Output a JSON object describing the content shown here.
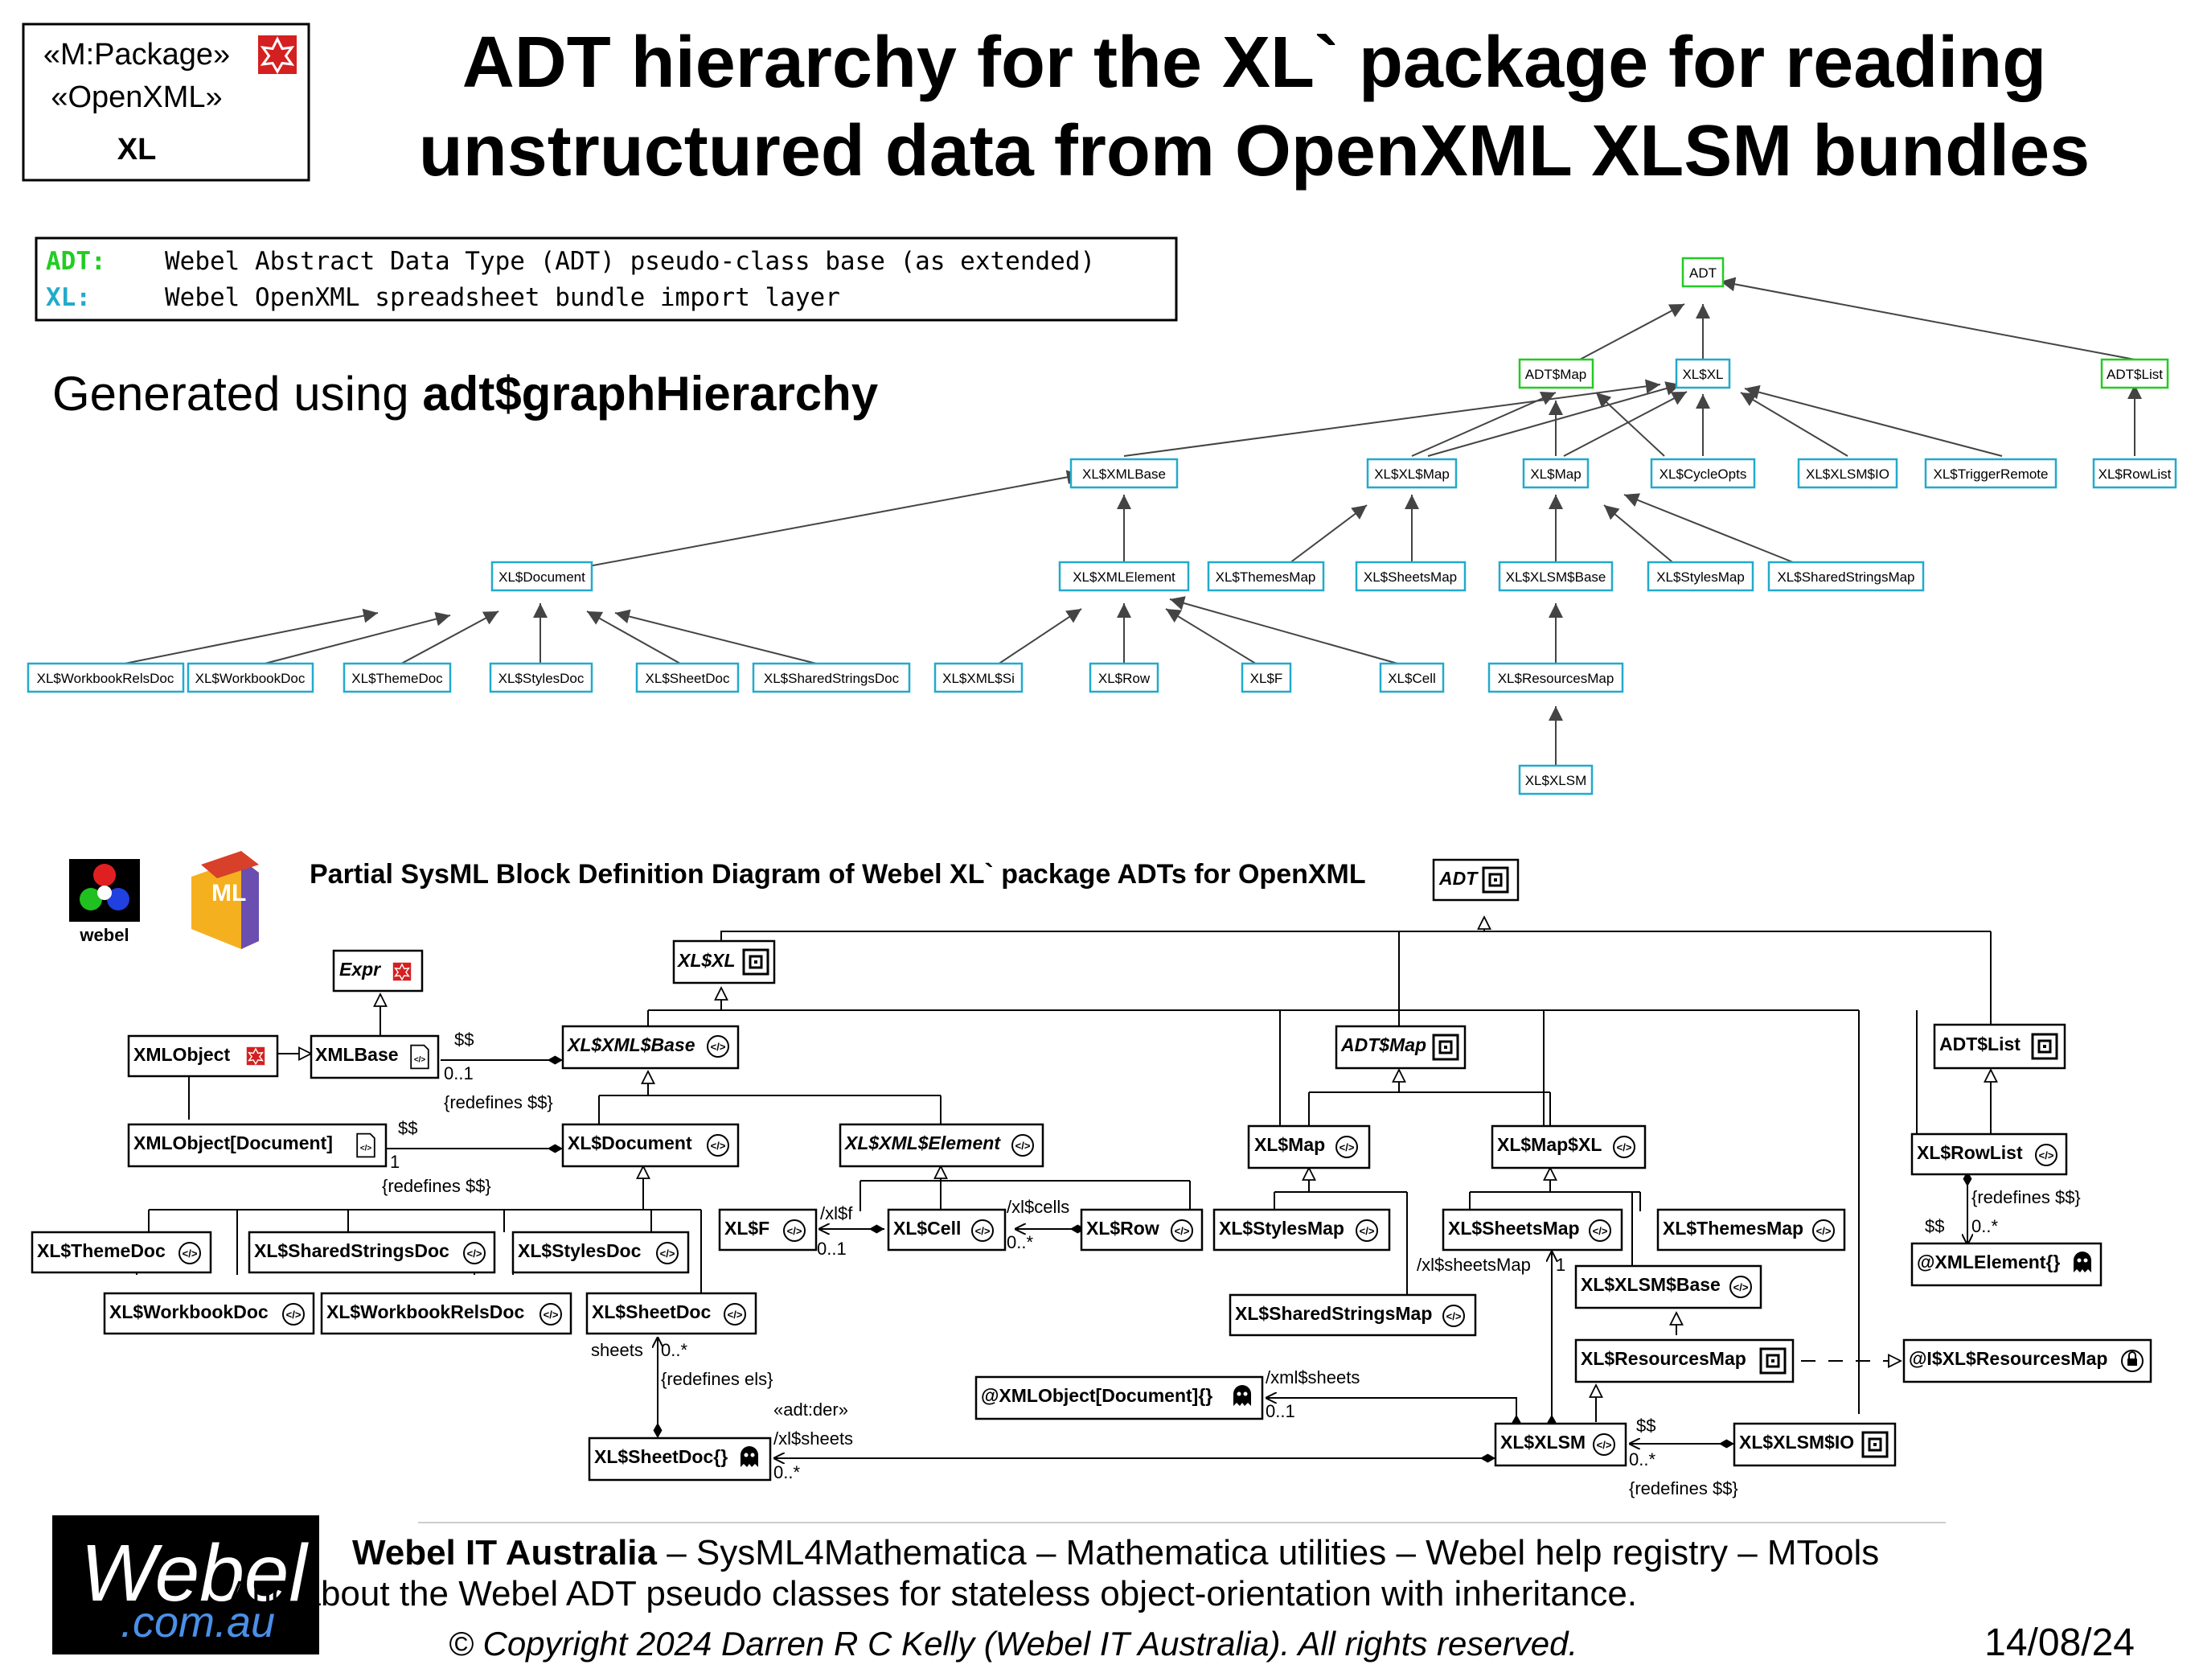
{
  "header": {
    "package_box": {
      "line1": "«M:Package»",
      "line2": "«OpenXML»",
      "line3": "XL"
    },
    "title_line1": "ADT hierarchy for the XL` package for reading",
    "title_line2": "unstructured data from OpenXML XLSM bundles"
  },
  "legend": [
    {
      "key": "ADT:",
      "desc": "Webel Abstract Data Type (ADT) pseudo-class base (as extended)",
      "color": "#22cc22"
    },
    {
      "key": "XL:",
      "desc": "Webel OpenXML spreadsheet bundle import layer",
      "color": "#22aacc"
    }
  ],
  "generated": {
    "prefix": "Generated using ",
    "tool": "adt$graphHierarchy"
  },
  "hierarchy_nodes": {
    "adt": "ADT",
    "adt_map": "ADT$Map",
    "xl_xl": "XL$XL",
    "adt_list": "ADT$List",
    "xml_base": "XL$XMLBase",
    "xl_map": "XL$XL$Map",
    "map": "XL$Map",
    "cycle_opts": "XL$CycleOpts",
    "xlsm_io": "XL$XLSM$IO",
    "trigger_remote": "XL$TriggerRemote",
    "row_list": "XL$RowList",
    "document": "XL$Document",
    "xml_element": "XL$XMLElement",
    "themes_map": "XL$ThemesMap",
    "sheets_map": "XL$SheetsMap",
    "xlsm_base": "XL$XLSM$Base",
    "styles_map": "XL$StylesMap",
    "shared_strings_map": "XL$SharedStringsMap",
    "workbook_rels_doc": "XL$WorkbookRelsDoc",
    "workbook_doc": "XL$WorkbookDoc",
    "theme_doc": "XL$ThemeDoc",
    "styles_doc": "XL$StylesDoc",
    "sheet_doc": "XL$SheetDoc",
    "shared_strings_doc": "XL$SharedStringsDoc",
    "xml_si": "XL$XML$Si",
    "row": "XL$Row",
    "f": "XL$F",
    "cell": "XL$Cell",
    "resources_map": "XL$ResourcesMap",
    "xlsm": "XL$XLSM"
  },
  "bdd": {
    "title": "Partial SysML Block Definition Diagram of Webel XL` package ADTs for OpenXML",
    "webel_logo_label": "webel",
    "blocks": {
      "adt": "ADT",
      "xl_xl": "XL$XL",
      "expr": "Expr",
      "xml_object": "XMLObject",
      "xml_base": "XMLBase",
      "xl_xml_base": "XL$XML$Base",
      "adt_map": "ADT$Map",
      "adt_list": "ADT$List",
      "xml_object_doc": "XMLObject[Document]",
      "xl_document": "XL$Document",
      "xl_xml_element": "XL$XML$Element",
      "xl_map": "XL$Map",
      "xl_map_xl": "XL$Map$XL",
      "xl_row_list": "XL$RowList",
      "xl_f": "XL$F",
      "xl_cell": "XL$Cell",
      "xl_row": "XL$Row",
      "xl_styles_map": "XL$StylesMap",
      "xl_sheets_map": "XL$SheetsMap",
      "xl_themes_map": "XL$ThemesMap",
      "xml_element_ref": "@XMLElement{}",
      "xl_theme_doc": "XL$ThemeDoc",
      "xl_shared_strings_doc": "XL$SharedStringsDoc",
      "xl_styles_doc": "XL$StylesDoc",
      "xl_workbook_doc": "XL$WorkbookDoc",
      "xl_workbook_rels_doc": "XL$WorkbookRelsDoc",
      "xl_sheet_doc": "XL$SheetDoc",
      "xl_shared_strings_map": "XL$SharedStringsMap",
      "xl_xlsm_base": "XL$XLSM$Base",
      "xl_resources_map": "XL$ResourcesMap",
      "i_resources_map": "@I$XL$ResourcesMap",
      "xml_object_doc_ref": "@XMLObject[Document]{}",
      "xl_sheet_doc_ref": "XL$SheetDoc{}",
      "xl_xlsm": "XL$XLSM",
      "xl_xlsm_io": "XL$XLSM$IO"
    },
    "labels": {
      "dd1": "$$",
      "mult01a": "0..1",
      "redef1": "{redefines $$}",
      "dd2": "$$",
      "mult1": "1",
      "redef2": "{redefines $$}",
      "xlf_role": "/xl$f",
      "xlf_mult": "0..1",
      "cells_role": "/xl$cells",
      "cells_mult": "0..*",
      "rowlist_redef": "{redefines $$}",
      "rowlist_dd": "$$",
      "rowlist_mult": "0..*",
      "sheets_map_role": "/xl$sheetsMap",
      "sheets_map_mult": "1",
      "sheets_role": "sheets",
      "sheets_mult": "0..*",
      "redef_els": "{redefines els}",
      "der": "«adt:der»",
      "xl_sheets_role": "/xl$sheets",
      "xl_sheets_mult": "0..*",
      "xml_sheets_role": "/xml$sheets",
      "xml_sheets_mult": "0..1",
      "io_dd": "$$",
      "io_mult": "0..*",
      "io_redef": "{redefines $$}"
    }
  },
  "footer": {
    "logo_main": "Webel",
    "logo_sub": ".com.au",
    "line1_bold": "Webel IT Australia",
    "line1_rest": " – SysML4Mathematica – Mathematica utilities – Webel help registry – MTools",
    "line2": "And about the Webel ADT pseudo classes for stateless object-orientation with inheritance.",
    "copyright": "© Copyright 2024 Darren R C Kelly (Webel IT Australia). All rights reserved.",
    "date": "14/08/24"
  }
}
